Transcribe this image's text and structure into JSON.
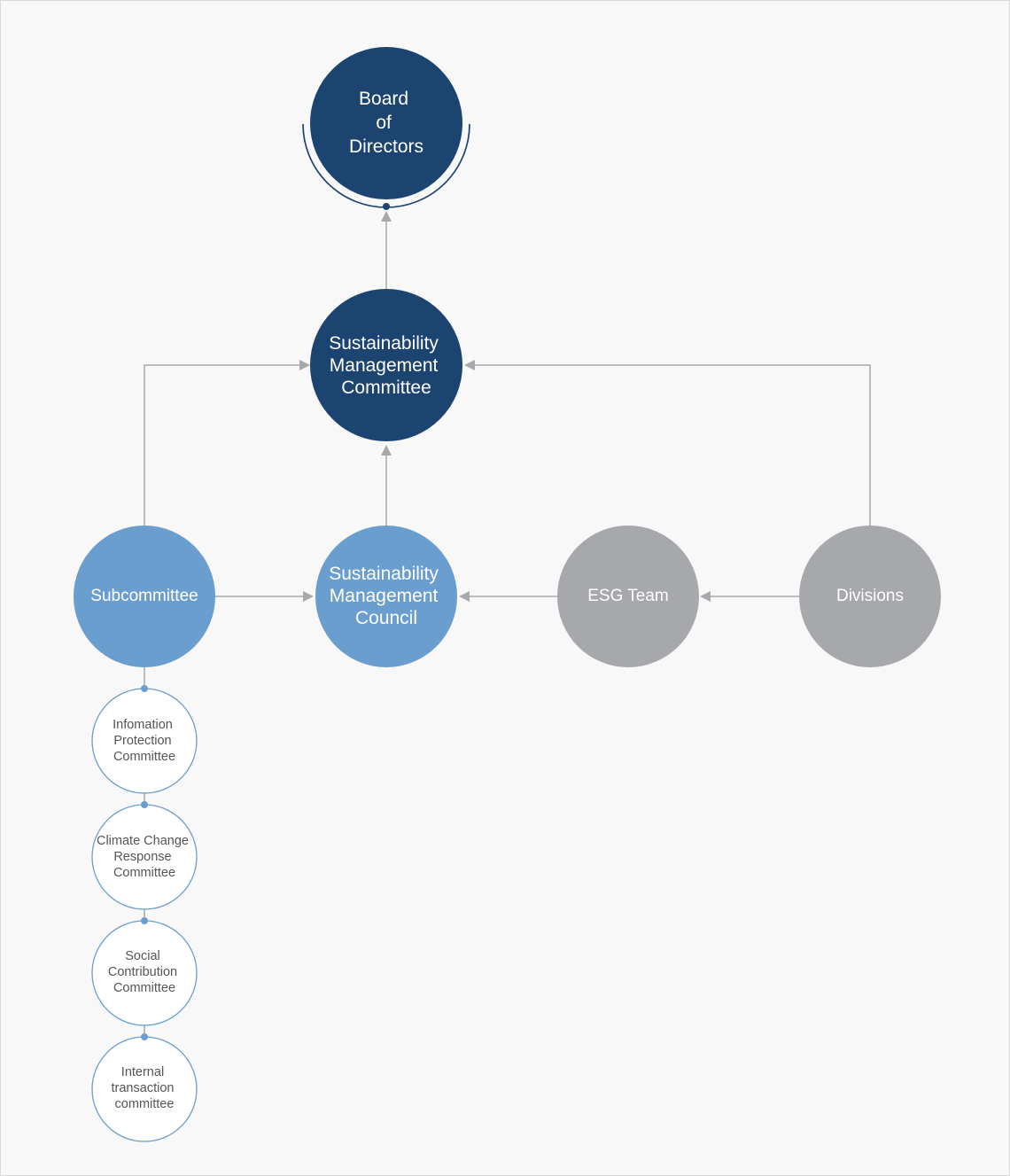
{
  "diagram": {
    "colors": {
      "dark_navy": "#1b4470",
      "light_blue": "#6a9ecf",
      "gray": "#a7a8ab",
      "white_node": "#ffffff",
      "connector": "#a7a8ab",
      "dot": "#6a9ecf"
    },
    "board": {
      "lines": [
        "Board",
        "of",
        "Directors"
      ]
    },
    "committee": {
      "lines": [
        "Sustainability",
        "Management",
        "Committee"
      ]
    },
    "council": {
      "lines": [
        "Sustainability",
        "Management",
        "Council"
      ]
    },
    "subcommittee": {
      "lines": [
        "Subcommittee"
      ]
    },
    "esg_team": {
      "lines": [
        "ESG Team"
      ]
    },
    "divisions": {
      "lines": [
        "Divisions"
      ]
    },
    "sub_items": [
      {
        "name": "information-protection-committee",
        "lines": [
          "Infomation",
          "Protection",
          "Committee"
        ]
      },
      {
        "name": "climate-change-response-committee",
        "lines": [
          "Climate Change",
          "Response",
          "Committee"
        ]
      },
      {
        "name": "social-contribution-committee",
        "lines": [
          "Social",
          "Contribution",
          "Committee"
        ]
      },
      {
        "name": "internal-transaction-committee",
        "lines": [
          "Internal",
          "transaction",
          "committee"
        ]
      }
    ]
  }
}
